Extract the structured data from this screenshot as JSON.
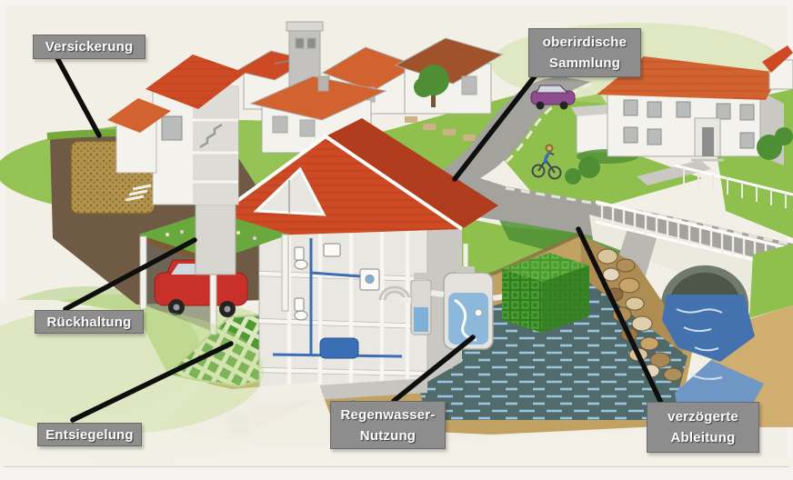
{
  "labels": {
    "versickerung": {
      "lines": [
        "Versickerung",
        ""
      ]
    },
    "oberirdische_sammlung": {
      "lines": [
        "oberirdische",
        "Sammlung"
      ]
    },
    "rueckhaltung": {
      "lines": [
        "Rückhaltung",
        ""
      ]
    },
    "entsiegelung": {
      "lines": [
        "Entsiegelung",
        ""
      ]
    },
    "regenwasser_nutzung": {
      "lines": [
        "Regenwasser-",
        "Nutzung"
      ]
    },
    "verzoegerte_ableitung": {
      "lines": [
        "verzögerte",
        "Ableitung"
      ]
    }
  },
  "colors": {
    "paper": "#f2efe6",
    "label_bg": "#8d8d8d",
    "label_border": "#696969",
    "label_text": "#fdfdfd",
    "label_text_shadow": "#3a3a3a",
    "leader_line": "#0e0e0e",
    "roof_red": "#ce4a24",
    "roof_orange": "#d2622f",
    "roof_brown": "#a0522a",
    "wall_white": "#f4f2ec",
    "wall_shade": "#c9c8c3",
    "street_gray": "#a3a29d",
    "grass_green": "#8fbf4d",
    "grass_light": "#c4dc8e",
    "foliage_dark": "#4e8f35",
    "soil_dark": "#6f5b45",
    "soil_tan": "#c2a263",
    "pit_ochre": "#b3924c",
    "water_blue": "#4472ae",
    "groundwater_teal": "#44656a",
    "groundwater_dash": "#9cc4e4",
    "crate_green": "#4f9e33",
    "pipe_copper": "#9c6a46",
    "car_red": "#c9302a",
    "car_purple": "#8e4d8e"
  }
}
